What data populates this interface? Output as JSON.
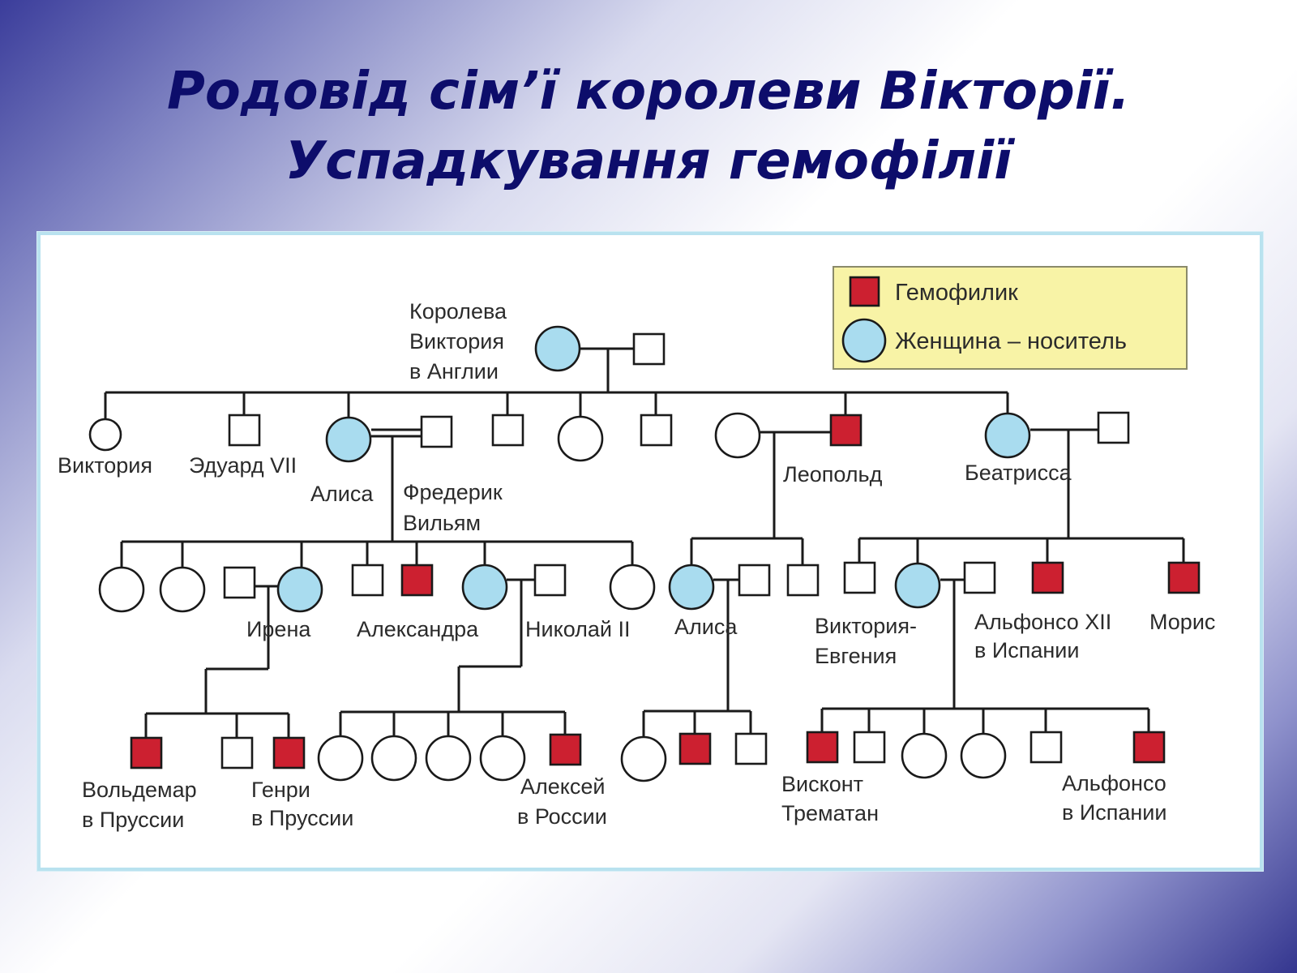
{
  "title": {
    "line1": "Родовід сім’ї королеви Вікторії.",
    "line2": "Успадкування гемофілії"
  },
  "legend": {
    "hemophiliac": "Гемофилик",
    "carrier": "Женщина – носитель"
  },
  "colors": {
    "carrier": "#a9dcef",
    "hemophiliac": "#cc2030",
    "title": "#0d0d6b"
  },
  "labels": {
    "victoria_queen_1": "Королева",
    "victoria_queen_2": "Виктория",
    "victoria_queen_3": "в Англии",
    "victoria": "Виктория",
    "edward": "Эдуард VII",
    "alice": "Алиса",
    "frederick_1": "Фредерик",
    "frederick_2": "Вильям",
    "leopold": "Леопольд",
    "beatrice": "Беатрисса",
    "irena": "Ирена",
    "alexandra": "Александра",
    "nicholas": "Николай II",
    "alice2": "Алиса",
    "victoria_eugenie_1": "Виктория-",
    "victoria_eugenie_2": "Евгения",
    "alfonso12_1": "Альфонсо XII",
    "alfonso12_2": "в Испании",
    "maurice": "Морис",
    "waldemar_1": "Вольдемар",
    "waldemar_2": "в Пруссии",
    "henry_1": "Генри",
    "henry_2": "в Пруссии",
    "alexei_1": "Алексей",
    "alexei_2": "в России",
    "viscount_1": "Висконт",
    "viscount_2": "Трематан",
    "alfonso_1": "Альфонсо",
    "alfonso_2": "в Испании"
  }
}
